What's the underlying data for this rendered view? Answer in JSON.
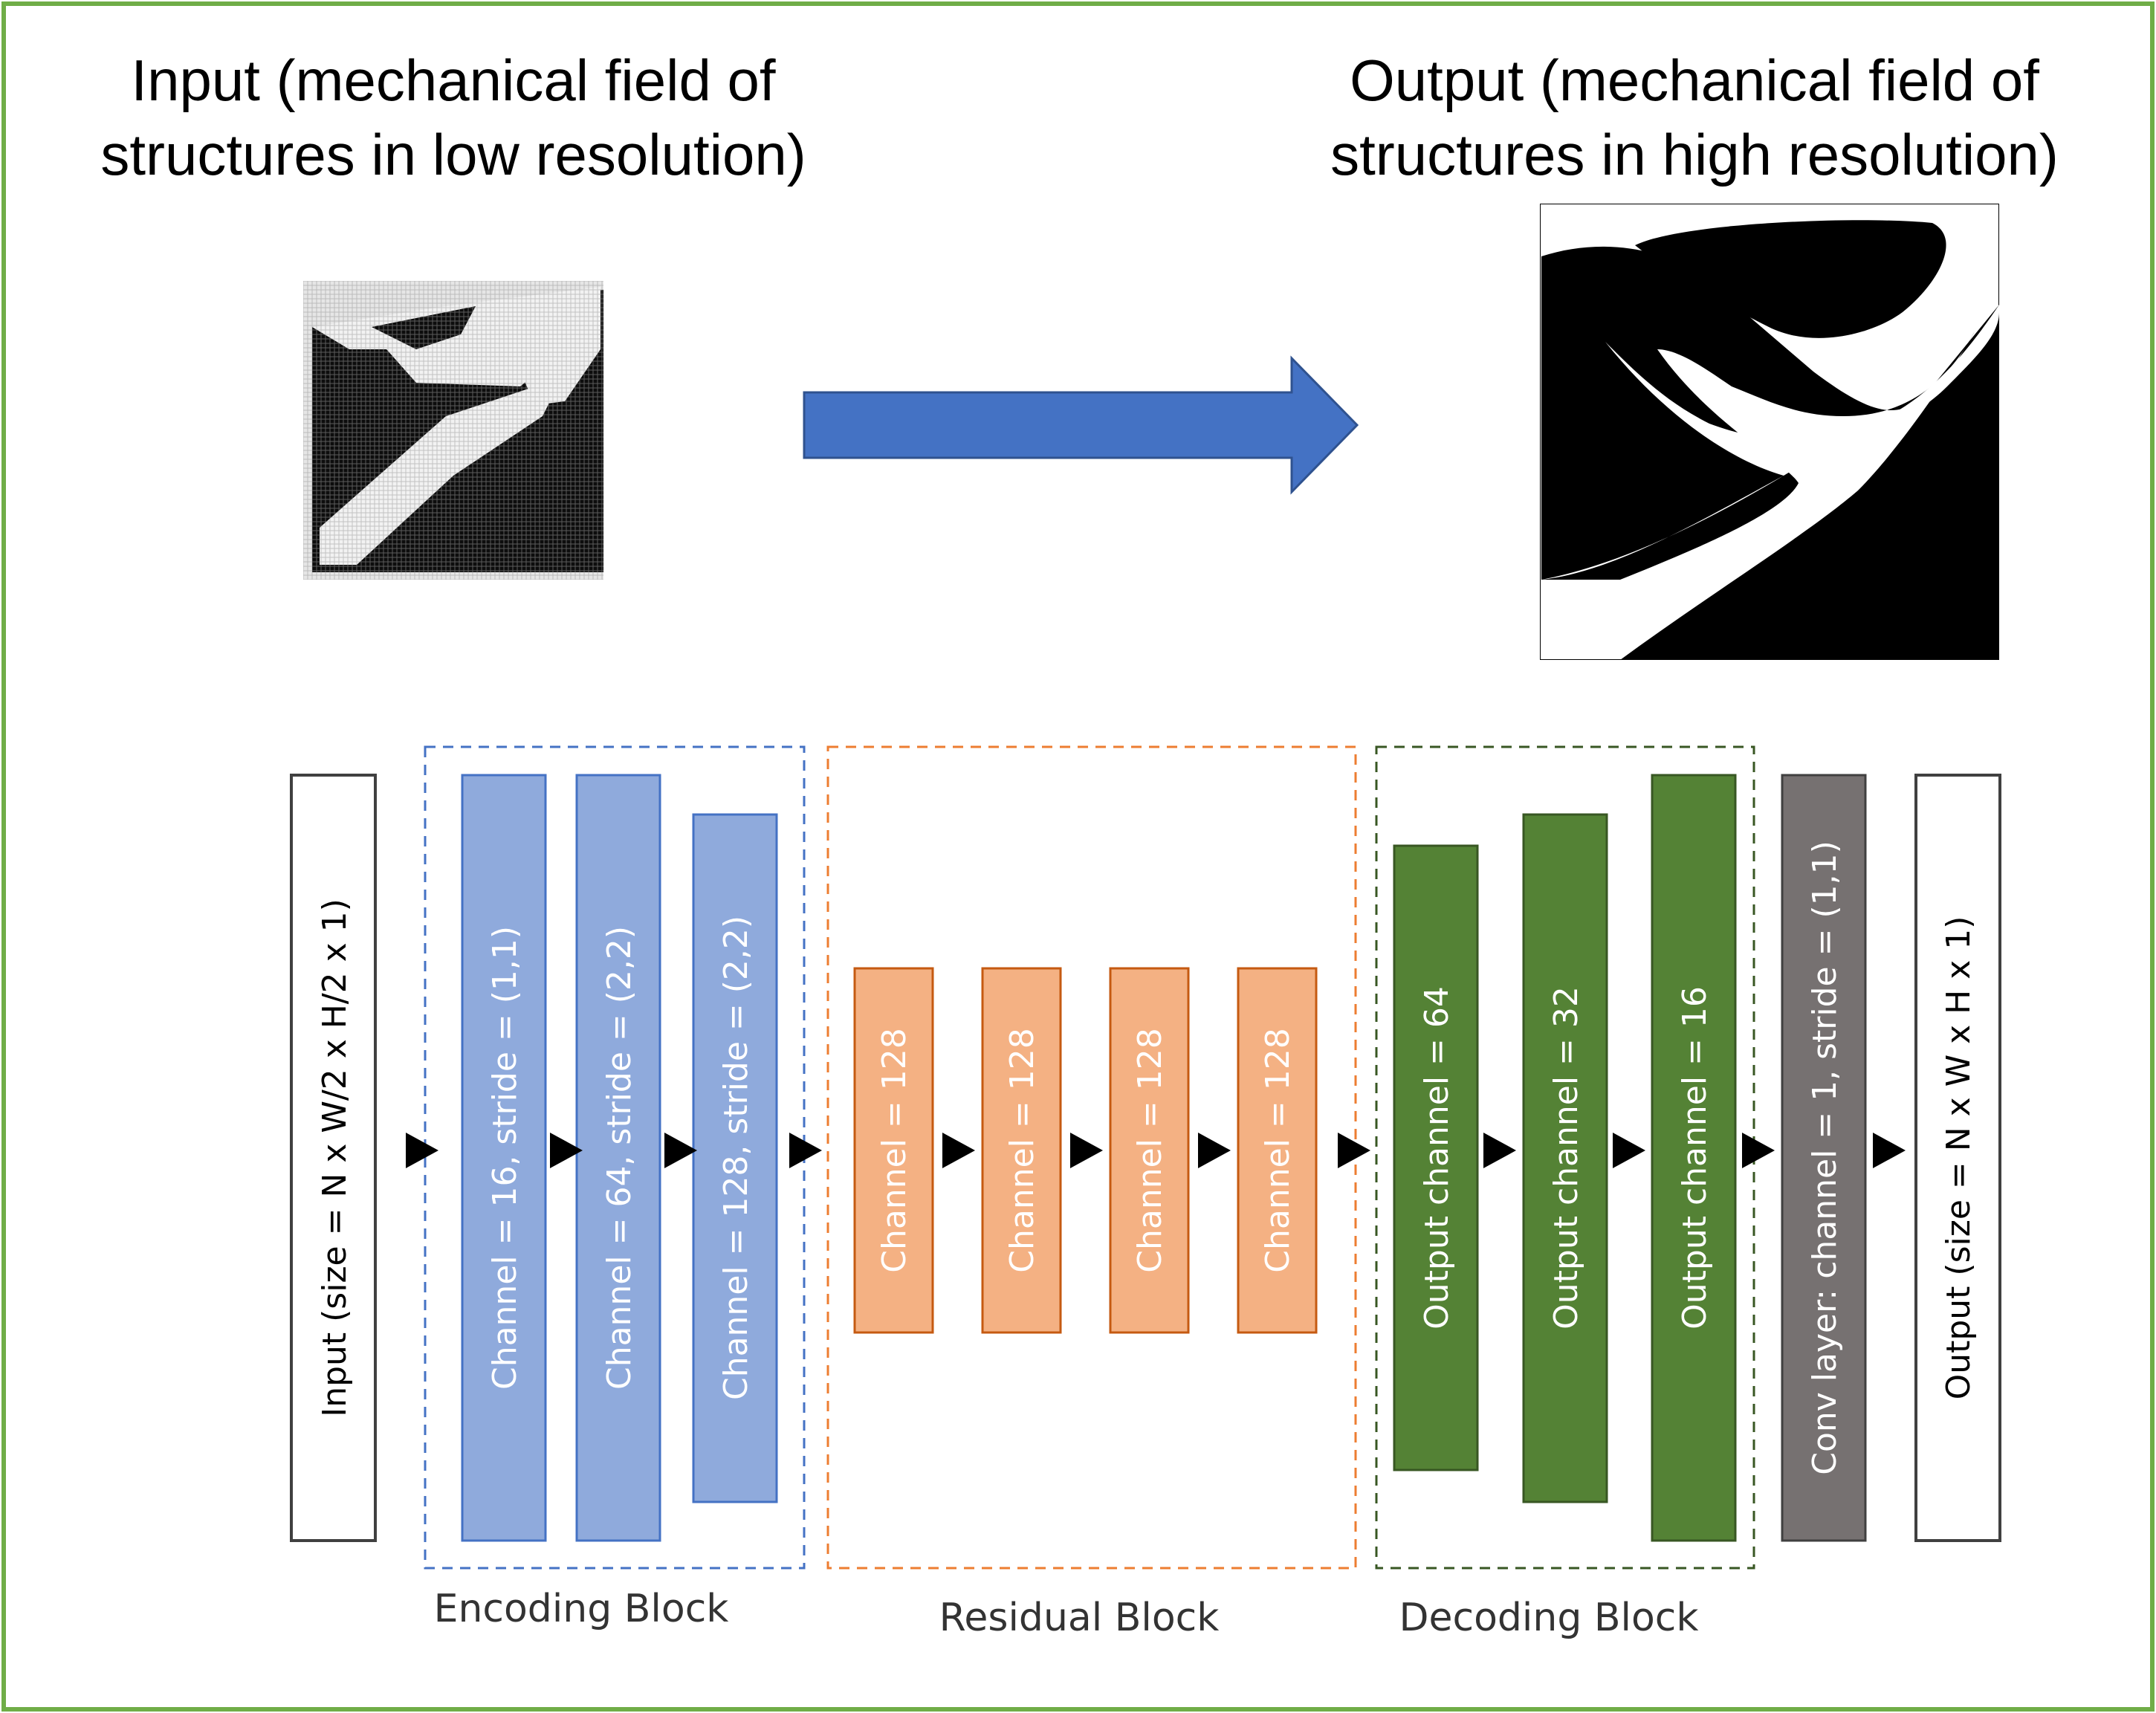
{
  "titles": {
    "input_line1": "Input (mechanical field of",
    "input_line2": "structures in low resolution)",
    "output_line1": "Output (mechanical field of",
    "output_line2": "structures in high resolution)"
  },
  "colors": {
    "frame": "#70ad47",
    "arrow": "#4472c4",
    "encoding_fill": "#8faadc",
    "encoding_border": "#4472c4",
    "residual_fill": "#f4b183",
    "residual_border": "#c55a11",
    "decoding_fill": "#548235",
    "decoding_border": "#385723",
    "conv_fill": "#767171",
    "arrowhead": "#000000"
  },
  "diagram": {
    "input_box": "Input (size = N x W/2 x H/2 x 1)",
    "encoding": {
      "label": "Encoding Block",
      "boxes": [
        "Channel = 16, stride = (1,1)",
        "Channel = 64, stride = (2,2)",
        "Channel = 128, stride = (2,2)"
      ]
    },
    "residual": {
      "label": "Residual Block",
      "boxes": [
        "Channel = 128",
        "Channel = 128",
        "Channel = 128",
        "Channel = 128"
      ]
    },
    "decoding": {
      "label": "Decoding Block",
      "boxes": [
        "Output channel = 64",
        "Output channel = 32",
        "Output channel = 16"
      ]
    },
    "conv_box": "Conv layer: channel = 1, stride = (1,1)",
    "output_box": "Output (size = N x W x H x 1)"
  }
}
